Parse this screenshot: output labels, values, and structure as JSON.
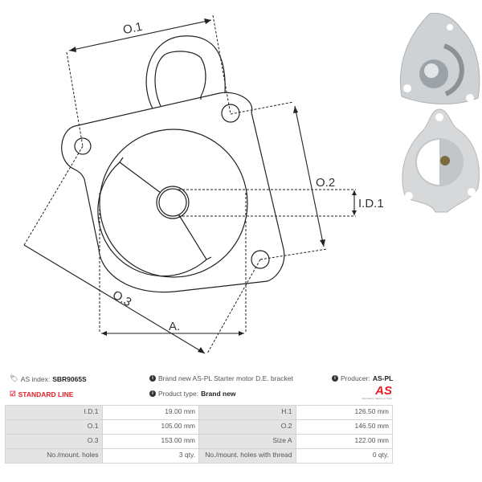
{
  "drawing": {
    "labels": {
      "o1": "O.1",
      "o2": "O.2",
      "o3": "O.3",
      "id1": "I.D.1",
      "a": "A."
    }
  },
  "info": {
    "as_index_label": "AS index:",
    "as_index_value": "SBR9065S",
    "line": "STANDARD LINE",
    "description": "Brand new AS-PL Starter motor D.E. bracket",
    "product_type_label": "Product type:",
    "product_type_value": "Brand new",
    "producer_label": "Producer:",
    "producer_value": "AS-PL",
    "logo_text": "AS",
    "logo_tagline": "Alternators, Starters & Parts"
  },
  "table": {
    "rows": [
      [
        "I.D.1",
        "19.00 mm",
        "H.1",
        "126.50 mm"
      ],
      [
        "O.1",
        "105.00 mm",
        "O.2",
        "146.50 mm"
      ],
      [
        "O.3",
        "153.00 mm",
        "Size A",
        "122.00 mm"
      ],
      [
        "No./mount. holes",
        "3 qty.",
        "No./mount. holes with thread",
        "0 qty."
      ]
    ]
  },
  "colors": {
    "accent": "#e41e26",
    "label_bg": "#e4e4e4",
    "line": "#222222"
  }
}
